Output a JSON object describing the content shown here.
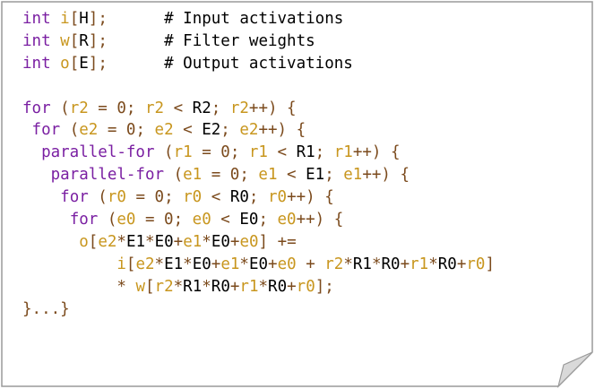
{
  "colors": {
    "keyword": "#7a1fa2",
    "loop_variable": "#c8961e",
    "identifier": "#000000",
    "punctuation": "#7b4a1c",
    "comment": "#000000",
    "card_border": "#9a9a9a",
    "page_curl": "#d9d9d9"
  },
  "icons": {
    "page_curl": "folded-corner-icon"
  },
  "code_lines": [
    [
      [
        "kw",
        "int"
      ],
      [
        "op",
        " "
      ],
      [
        "var",
        "i"
      ],
      [
        "op",
        "["
      ],
      [
        "id",
        "H"
      ],
      [
        "op",
        "];      "
      ],
      [
        "cm",
        "# Input activations"
      ]
    ],
    [
      [
        "kw",
        "int"
      ],
      [
        "op",
        " "
      ],
      [
        "var",
        "w"
      ],
      [
        "op",
        "["
      ],
      [
        "id",
        "R"
      ],
      [
        "op",
        "];      "
      ],
      [
        "cm",
        "# Filter weights"
      ]
    ],
    [
      [
        "kw",
        "int"
      ],
      [
        "op",
        " "
      ],
      [
        "var",
        "o"
      ],
      [
        "op",
        "["
      ],
      [
        "id",
        "E"
      ],
      [
        "op",
        "];      "
      ],
      [
        "cm",
        "# Output activations"
      ]
    ],
    [],
    [
      [
        "kw",
        "for"
      ],
      [
        "op",
        " ("
      ],
      [
        "var",
        "r2"
      ],
      [
        "op",
        " = 0; "
      ],
      [
        "var",
        "r2"
      ],
      [
        "op",
        " < "
      ],
      [
        "id",
        "R2"
      ],
      [
        "op",
        "; "
      ],
      [
        "var",
        "r2"
      ],
      [
        "op",
        "++) {"
      ]
    ],
    [
      [
        "op",
        " "
      ],
      [
        "kw",
        "for"
      ],
      [
        "op",
        " ("
      ],
      [
        "var",
        "e2"
      ],
      [
        "op",
        " = 0; "
      ],
      [
        "var",
        "e2"
      ],
      [
        "op",
        " < "
      ],
      [
        "id",
        "E2"
      ],
      [
        "op",
        "; "
      ],
      [
        "var",
        "e2"
      ],
      [
        "op",
        "++) {"
      ]
    ],
    [
      [
        "op",
        "  "
      ],
      [
        "kw",
        "parallel-for"
      ],
      [
        "op",
        " ("
      ],
      [
        "var",
        "r1"
      ],
      [
        "op",
        " = 0; "
      ],
      [
        "var",
        "r1"
      ],
      [
        "op",
        " < "
      ],
      [
        "id",
        "R1"
      ],
      [
        "op",
        "; "
      ],
      [
        "var",
        "r1"
      ],
      [
        "op",
        "++) {"
      ]
    ],
    [
      [
        "op",
        "   "
      ],
      [
        "kw",
        "parallel-for"
      ],
      [
        "op",
        " ("
      ],
      [
        "var",
        "e1"
      ],
      [
        "op",
        " = 0; "
      ],
      [
        "var",
        "e1"
      ],
      [
        "op",
        " < "
      ],
      [
        "id",
        "E1"
      ],
      [
        "op",
        "; "
      ],
      [
        "var",
        "e1"
      ],
      [
        "op",
        "++) {"
      ]
    ],
    [
      [
        "op",
        "    "
      ],
      [
        "kw",
        "for"
      ],
      [
        "op",
        " ("
      ],
      [
        "var",
        "r0"
      ],
      [
        "op",
        " = 0; "
      ],
      [
        "var",
        "r0"
      ],
      [
        "op",
        " < "
      ],
      [
        "id",
        "R0"
      ],
      [
        "op",
        "; "
      ],
      [
        "var",
        "r0"
      ],
      [
        "op",
        "++) {"
      ]
    ],
    [
      [
        "op",
        "     "
      ],
      [
        "kw",
        "for"
      ],
      [
        "op",
        " ("
      ],
      [
        "var",
        "e0"
      ],
      [
        "op",
        " = 0; "
      ],
      [
        "var",
        "e0"
      ],
      [
        "op",
        " < "
      ],
      [
        "id",
        "E0"
      ],
      [
        "op",
        "; "
      ],
      [
        "var",
        "e0"
      ],
      [
        "op",
        "++) {"
      ]
    ],
    [
      [
        "op",
        "      "
      ],
      [
        "var",
        "o"
      ],
      [
        "op",
        "["
      ],
      [
        "var",
        "e2"
      ],
      [
        "op",
        "*"
      ],
      [
        "id",
        "E1"
      ],
      [
        "op",
        "*"
      ],
      [
        "id",
        "E0"
      ],
      [
        "op",
        "+"
      ],
      [
        "var",
        "e1"
      ],
      [
        "op",
        "*"
      ],
      [
        "id",
        "E0"
      ],
      [
        "op",
        "+"
      ],
      [
        "var",
        "e0"
      ],
      [
        "op",
        "] +="
      ]
    ],
    [
      [
        "op",
        "          "
      ],
      [
        "var",
        "i"
      ],
      [
        "op",
        "["
      ],
      [
        "var",
        "e2"
      ],
      [
        "op",
        "*"
      ],
      [
        "id",
        "E1"
      ],
      [
        "op",
        "*"
      ],
      [
        "id",
        "E0"
      ],
      [
        "op",
        "+"
      ],
      [
        "var",
        "e1"
      ],
      [
        "op",
        "*"
      ],
      [
        "id",
        "E0"
      ],
      [
        "op",
        "+"
      ],
      [
        "var",
        "e0"
      ],
      [
        "op",
        " + "
      ],
      [
        "var",
        "r2"
      ],
      [
        "op",
        "*"
      ],
      [
        "id",
        "R1"
      ],
      [
        "op",
        "*"
      ],
      [
        "id",
        "R0"
      ],
      [
        "op",
        "+"
      ],
      [
        "var",
        "r1"
      ],
      [
        "op",
        "*"
      ],
      [
        "id",
        "R0"
      ],
      [
        "op",
        "+"
      ],
      [
        "var",
        "r0"
      ],
      [
        "op",
        "]"
      ]
    ],
    [
      [
        "op",
        "          * "
      ],
      [
        "var",
        "w"
      ],
      [
        "op",
        "["
      ],
      [
        "var",
        "r2"
      ],
      [
        "op",
        "*"
      ],
      [
        "id",
        "R1"
      ],
      [
        "op",
        "*"
      ],
      [
        "id",
        "R0"
      ],
      [
        "op",
        "+"
      ],
      [
        "var",
        "r1"
      ],
      [
        "op",
        "*"
      ],
      [
        "id",
        "R0"
      ],
      [
        "op",
        "+"
      ],
      [
        "var",
        "r0"
      ],
      [
        "op",
        "];"
      ]
    ],
    [
      [
        "op",
        "}...}"
      ]
    ]
  ]
}
